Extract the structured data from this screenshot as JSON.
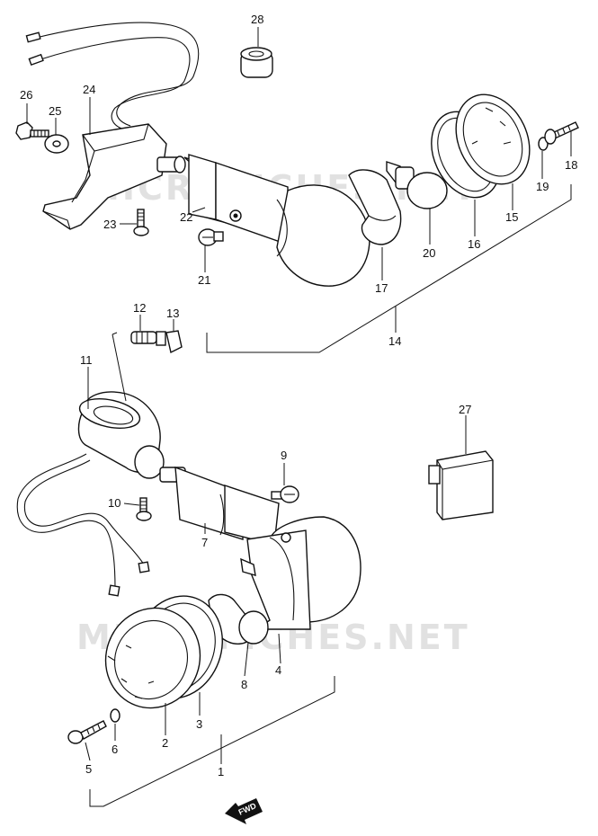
{
  "watermark": "MICROFICHES.NET",
  "fwd_arrow": {
    "label": "FWD"
  },
  "labels": {
    "p1": "1",
    "p2": "2",
    "p3": "3",
    "p4": "4",
    "p5": "5",
    "p6": "6",
    "p7": "7",
    "p8": "8",
    "p9": "9",
    "p10": "10",
    "p11": "11",
    "p12": "12",
    "p13": "13",
    "p14": "14",
    "p15": "15",
    "p16": "16",
    "p17": "17",
    "p18": "18",
    "p19": "19",
    "p20": "20",
    "p21": "21",
    "p22": "22",
    "p23": "23",
    "p24": "24",
    "p25": "25",
    "p26": "26",
    "p27": "27",
    "p28": "28"
  }
}
